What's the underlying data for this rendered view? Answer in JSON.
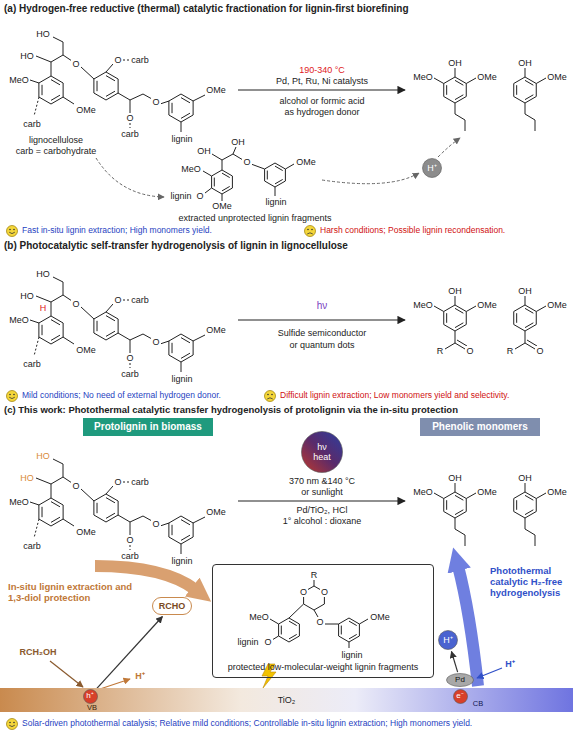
{
  "diagram": {
    "nodes": [
      {
        "text": [
          "H⁺"
        ]
      },
      {
        "text": [
          "Protolignin in biomass"
        ]
      },
      {
        "text": [
          "hν",
          "heat"
        ]
      },
      {
        "text": [
          "Phenolic monomers"
        ]
      },
      {
        "text": [
          "RCHO"
        ]
      },
      {
        "text": [
          "protected low-molecular-weight lignin fragments"
        ]
      },
      {
        "text": [
          "H⁺"
        ]
      },
      {
        "text": [
          "Pd"
        ]
      },
      {
        "text": [
          "TiO₂"
        ]
      },
      {
        "text": [
          "h⁺"
        ],
        "in": 8
      },
      {
        "text": [
          "e⁻"
        ],
        "in": 8
      }
    ],
    "edges": [
      {
        "from": 9,
        "to": 4,
        "arrow": "to"
      },
      {
        "from": 7,
        "to": 6,
        "arrow": "to"
      }
    ],
    "labels": [
      "(a) Hydrogen-free reductive (thermal) catalytic fractionation for lignin-first biorefining",
      "HO",
      "HO",
      "O",
      "MeO",
      "OMe",
      "carb",
      "O",
      "carb",
      "O",
      "carb",
      "O",
      "OMe",
      "lignin",
      "lignocellulose",
      "carb = carbohydrate",
      "190-340 °C",
      "Pd, Pt, Ru, Ni catalysts",
      "alcohol or formic acid",
      "as hydrogen donor",
      "OH",
      "MeO",
      "OMe",
      "OH",
      "OMe",
      "OH",
      "OH",
      "MeO",
      "O",
      "lignin",
      "OMe",
      "O",
      "OMe",
      "lignin",
      "extracted unprotected lignin fragments",
      "Fast in-situ lignin extraction; High monomers yield.",
      "Harsh conditions; Possible lignin recondensation.",
      "(b) Photocatalytic self-transfer hydrogenolysis of lignin in lignocellulose",
      "HO",
      "HO",
      "O",
      "MeO",
      "OMe",
      "carb",
      "O",
      "carb",
      "O",
      "carb",
      "O",
      "OMe",
      "lignin",
      "H",
      "hν",
      "Sulfide semiconductor",
      "or quantum dots",
      "OH",
      "MeO",
      "OMe",
      "R",
      "O",
      "OH",
      "OMe",
      "R",
      "O",
      "Mild conditions; No need of external hydrogen donor.",
      "Difficult lignin extraction; Low monomers yield and selectivity.",
      "(c) This work: Photothermal catalytic transfer hydrogenolysis of protolignin via the in-situ protection",
      "HO",
      "HO",
      "O",
      "MeO",
      "OMe",
      "carb",
      "O",
      "carb",
      "O",
      "carb",
      "O",
      "OMe",
      "lignin",
      "370 nm &140 °C",
      "or sunlight",
      "Pd/TiO₂, HCl",
      "1° alcohol : dioxane",
      "OH",
      "MeO",
      "OMe",
      "OH",
      "OMe",
      "In-situ lignin extraction and 1,3-diol protection",
      "RCH₂OH",
      "H⁺",
      "R",
      "O",
      "O",
      "MeO",
      "lignin",
      "O",
      "OMe",
      "O",
      "lignin",
      "Photothermal catalytic H₂-free hydrogenolysis",
      "H⁺",
      "VB",
      "CB",
      "Solar-driven photothermal catalysis; Relative mild conditions; Controllable in-situ lignin extraction; High monomers yield."
    ]
  }
}
